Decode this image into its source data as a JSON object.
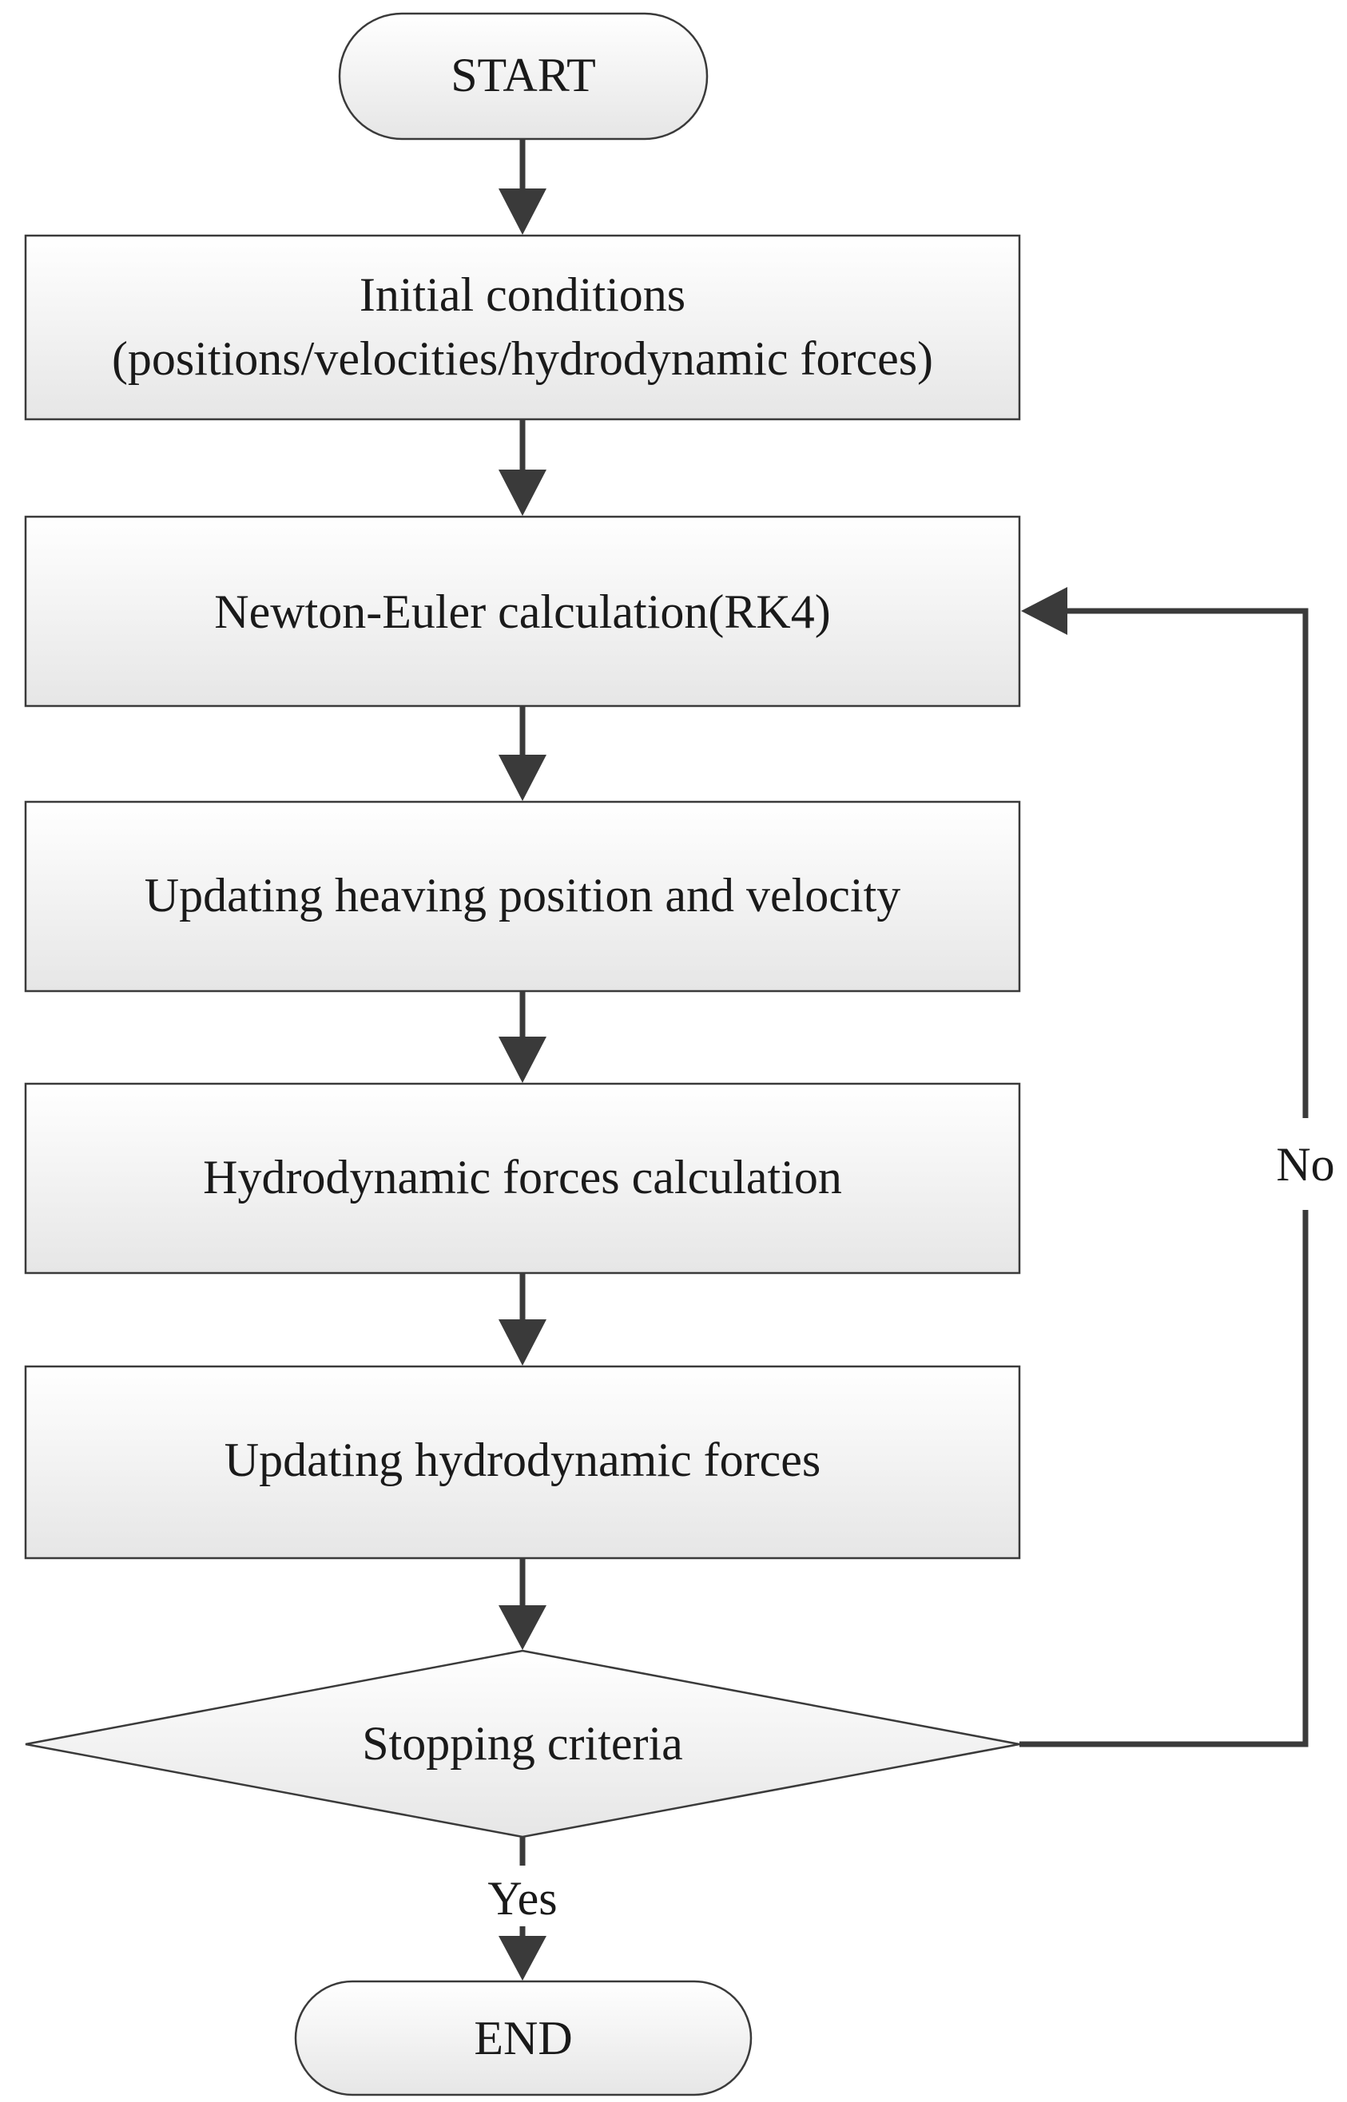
{
  "diagram": {
    "start": "START",
    "steps": [
      {
        "lines": [
          "Initial conditions",
          "(positions/velocities/hydrodynamic forces)"
        ]
      },
      {
        "lines": [
          "Newton-Euler calculation(RK4)"
        ]
      },
      {
        "lines": [
          "Updating heaving position and velocity"
        ]
      },
      {
        "lines": [
          "Hydrodynamic forces calculation"
        ]
      },
      {
        "lines": [
          "Updating hydrodynamic forces"
        ]
      }
    ],
    "decision": "Stopping criteria",
    "yes_label": "Yes",
    "no_label": "No",
    "end": "END"
  }
}
